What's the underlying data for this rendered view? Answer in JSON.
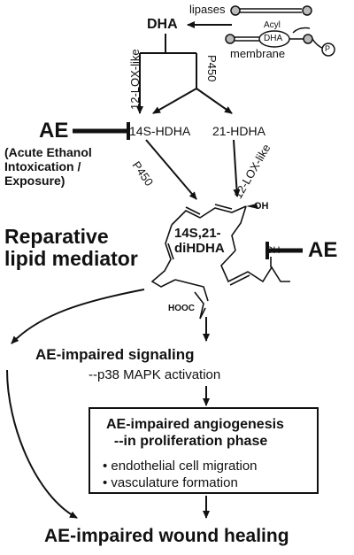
{
  "top": {
    "dha": "DHA",
    "lipases": "lipases",
    "acyl": "Acyl",
    "dha_inner": "DHA",
    "membrane": "membrane",
    "p_circle": "P"
  },
  "enzymes": {
    "lox_left": "12-LOX-like",
    "p450_top": "P450",
    "p450_left": "P450",
    "lox_right": "12-LOX-like"
  },
  "intermediates": {
    "hdha_14s": "14S-HDHA",
    "hdha_21": "21-HDHA"
  },
  "ae": {
    "left_label": "AE",
    "right_label": "AE",
    "definition": "(Acute Ethanol\nIntoxication /\nExposure)"
  },
  "mediator": {
    "heading": "Reparative\nlipid mediator",
    "name": "14S,21-\ndiHDHA",
    "oh_top": "OH",
    "oh_bottom": "OH",
    "hooc": "HOOC"
  },
  "outcomes": {
    "signaling": "AE-impaired signaling",
    "p38": "--p38 MAPK activation",
    "angiogenesis": "AE-impaired angiogenesis\n  --in proliferation phase",
    "bullet1": "• endothelial cell migration",
    "bullet2": "• vasculature formation",
    "wound": "AE-impaired wound healing"
  }
}
